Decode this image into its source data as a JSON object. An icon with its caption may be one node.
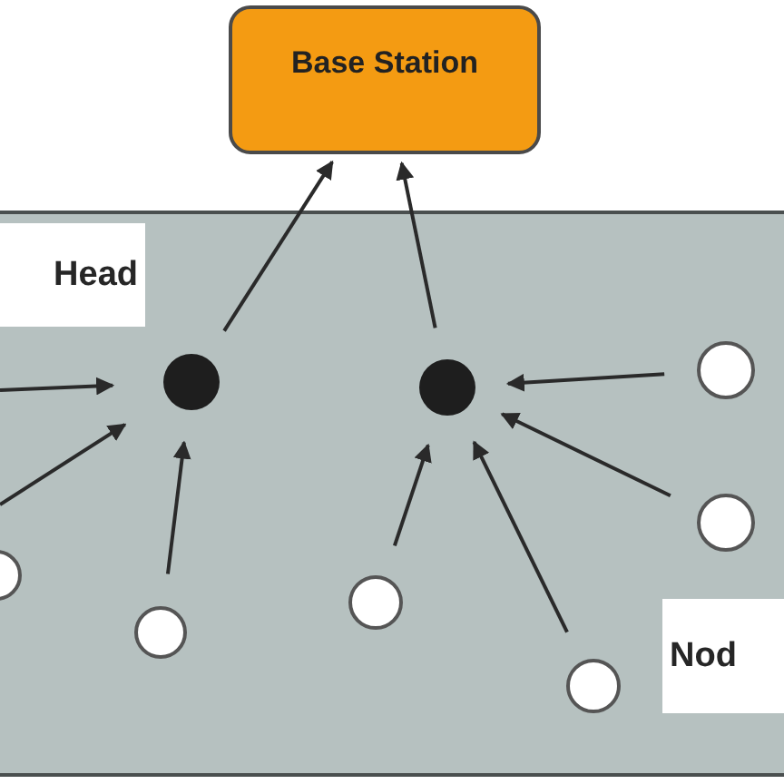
{
  "diagram": {
    "nodes": [
      {
        "text": [
          "Base Station"
        ]
      },
      {
        "text": [],
        "shape": "box"
      },
      {
        "text": [
          "Head"
        ],
        "in": 1
      },
      {
        "text": [
          "Nod"
        ],
        "in": 1
      },
      {
        "text": [],
        "shape": "circle",
        "in": 1
      },
      {
        "text": [],
        "shape": "circle",
        "in": 1
      },
      {
        "text": [],
        "shape": "circle",
        "in": 1
      },
      {
        "text": [],
        "shape": "circle",
        "in": 1
      },
      {
        "text": [],
        "shape": "circle",
        "in": 1
      },
      {
        "text": [],
        "shape": "circle",
        "in": 1
      },
      {
        "text": [],
        "shape": "circle",
        "in": 1
      },
      {
        "text": [],
        "shape": "circle",
        "in": 1
      }
    ],
    "edges": [
      {
        "from": 4,
        "to": 0,
        "arrow": "to"
      },
      {
        "from": 5,
        "to": 0,
        "arrow": "to"
      },
      {
        "from": null,
        "to": 4,
        "arrow": "to"
      },
      {
        "from": null,
        "to": 4,
        "arrow": "to"
      },
      {
        "from": 7,
        "to": 4,
        "arrow": "to"
      },
      {
        "from": 8,
        "to": 5,
        "arrow": "to"
      },
      {
        "from": 9,
        "to": 5,
        "arrow": "to"
      },
      {
        "from": 10,
        "to": 5,
        "arrow": "to"
      },
      {
        "from": 11,
        "to": 5,
        "arrow": "to"
      }
    ]
  }
}
